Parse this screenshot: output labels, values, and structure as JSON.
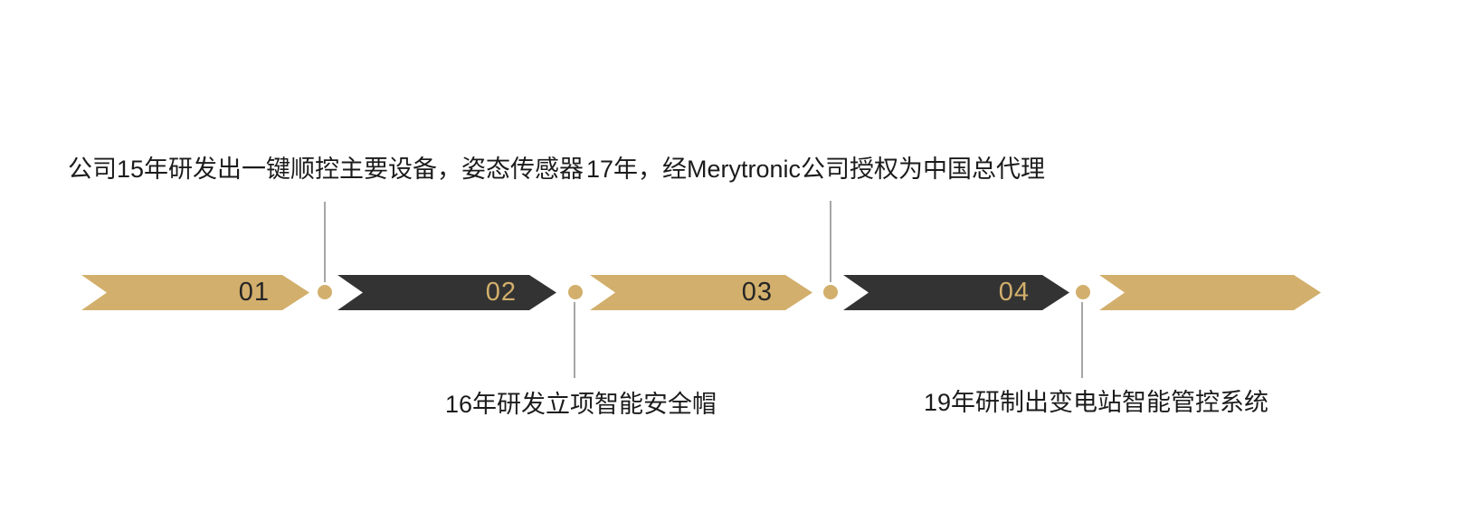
{
  "timeline": {
    "colors": {
      "gold": "#d2af6c",
      "dark": "#333333",
      "connector_line": "#a6a6a6",
      "annotation_text": "#1b1b1b"
    },
    "steps": [
      {
        "number": "01",
        "variant": "gold"
      },
      {
        "number": "02",
        "variant": "dark"
      },
      {
        "number": "03",
        "variant": "gold"
      },
      {
        "number": "04",
        "variant": "dark"
      },
      {
        "number": "",
        "variant": "gold"
      }
    ],
    "annotations": [
      {
        "text": "公司15年研发出一键顺控主要设备，姿态传感器",
        "position": "top",
        "attached_dot": 1
      },
      {
        "text": "16年研发立项智能安全帽",
        "position": "bottom",
        "attached_dot": 2
      },
      {
        "text": "17年，经Merytronic公司授权为中国总代理",
        "position": "top",
        "attached_dot": 3
      },
      {
        "text": "19年研制出变电站智能管控系统",
        "position": "bottom",
        "attached_dot": 4
      }
    ]
  }
}
